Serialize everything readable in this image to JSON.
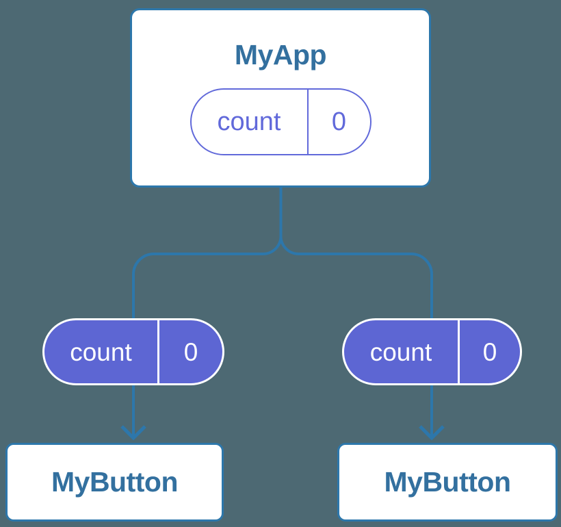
{
  "diagram": {
    "root": {
      "title": "MyApp",
      "state_pill": {
        "label": "count",
        "value": "0"
      }
    },
    "children": [
      {
        "title": "MyButton",
        "prop_pill": {
          "label": "count",
          "value": "0"
        }
      },
      {
        "title": "MyButton",
        "prop_pill": {
          "label": "count",
          "value": "0"
        }
      }
    ],
    "colors": {
      "background": "#4d6973",
      "connector": "#2d77ab",
      "node_border": "#2d77ab",
      "node_background": "#ffffff",
      "node_title": "#33709f",
      "pill_fill": "#5d66d3",
      "pill_outline": "#6169da",
      "pill_light_text": "#ffffff"
    }
  }
}
